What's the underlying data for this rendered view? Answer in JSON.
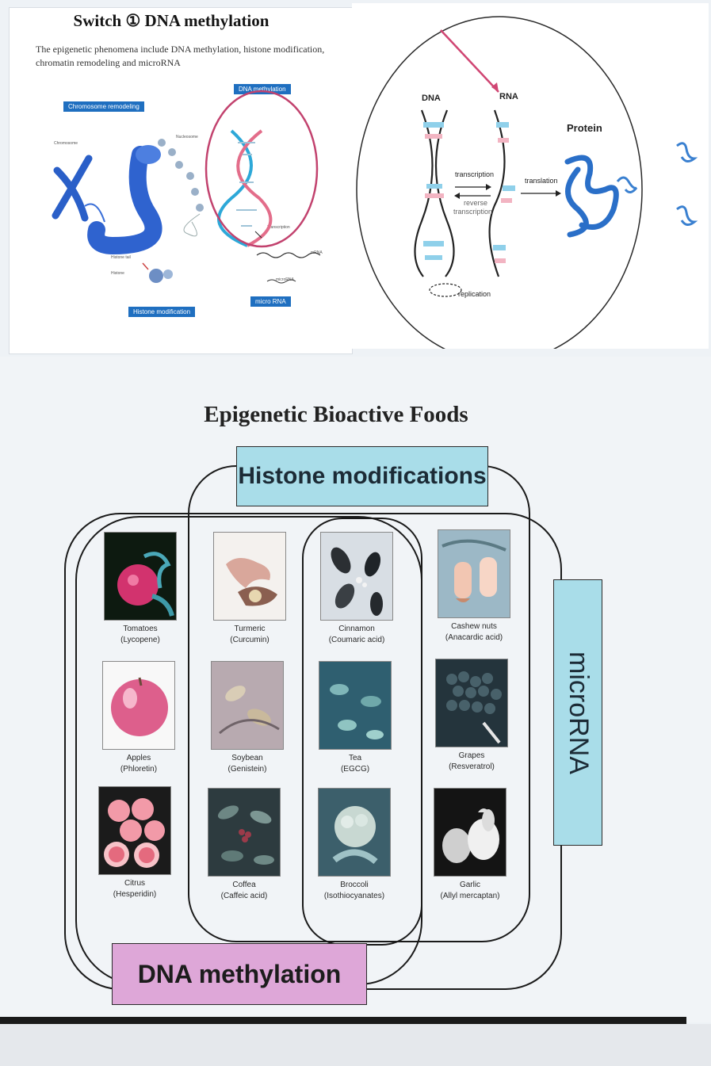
{
  "top_left": {
    "title": "Switch ① DNA methylation",
    "intro": "The epigenetic phenomena include DNA methylation, histone modification, chromatin remodeling and microRNA",
    "labels": {
      "chromosome_remodeling": "Chromosome remodeling",
      "dna_methylation": "DNA methylation",
      "histone_modification": "Histone modification",
      "micro_rna": "micro RNA",
      "chromosome": "Chromosome",
      "nucleosome": "Nucleosome",
      "histone_tail": "Histone tail",
      "histone": "Histone",
      "transcription": "Transcription",
      "mrna": "mRNA",
      "microrna_small": "microRNA"
    }
  },
  "top_right": {
    "dna": "DNA",
    "rna": "RNA",
    "protein": "Protein",
    "transcription": "transcription",
    "reverse_transcription_1": "reverse",
    "reverse_transcription_2": "transcription",
    "translation": "translation",
    "replication": "replication"
  },
  "bottom": {
    "title": "Epigenetic Bioactive Foods",
    "histone_label": "Histone modifications",
    "dna_methylation_label": "DNA methylation",
    "microrna_label": "microRNA",
    "foods": [
      {
        "name": "Tomatoes",
        "compound": "(Lycopene)",
        "icon": "tomato-icon"
      },
      {
        "name": "Turmeric",
        "compound": "(Curcumin)",
        "icon": "turmeric-icon"
      },
      {
        "name": "Cinnamon",
        "compound": "(Coumaric acid)",
        "icon": "cinnamon-icon"
      },
      {
        "name": "Cashew nuts",
        "compound": "(Anacardic acid)",
        "icon": "cashew-icon"
      },
      {
        "name": "Apples",
        "compound": "(Phloretin)",
        "icon": "apple-icon"
      },
      {
        "name": "Soybean",
        "compound": "(Genistein)",
        "icon": "soybean-icon"
      },
      {
        "name": "Tea",
        "compound": "(EGCG)",
        "icon": "tea-icon"
      },
      {
        "name": "Grapes",
        "compound": "(Resveratrol)",
        "icon": "grapes-icon"
      },
      {
        "name": "Citrus",
        "compound": "(Hesperidin)",
        "icon": "citrus-icon"
      },
      {
        "name": "Coffea",
        "compound": "(Caffeic acid)",
        "icon": "coffee-icon"
      },
      {
        "name": "Broccoli",
        "compound": "(Isothiocyanates)",
        "icon": "broccoli-icon"
      },
      {
        "name": "Garlic",
        "compound": "(Allyl mercaptan)",
        "icon": "garlic-icon"
      }
    ]
  },
  "colors": {
    "histone_box": "#a9dde9",
    "dna_methylation_box": "#dea7d8",
    "accent_blue": "#1f6fc0",
    "magenta_circle": "#c2426e"
  }
}
